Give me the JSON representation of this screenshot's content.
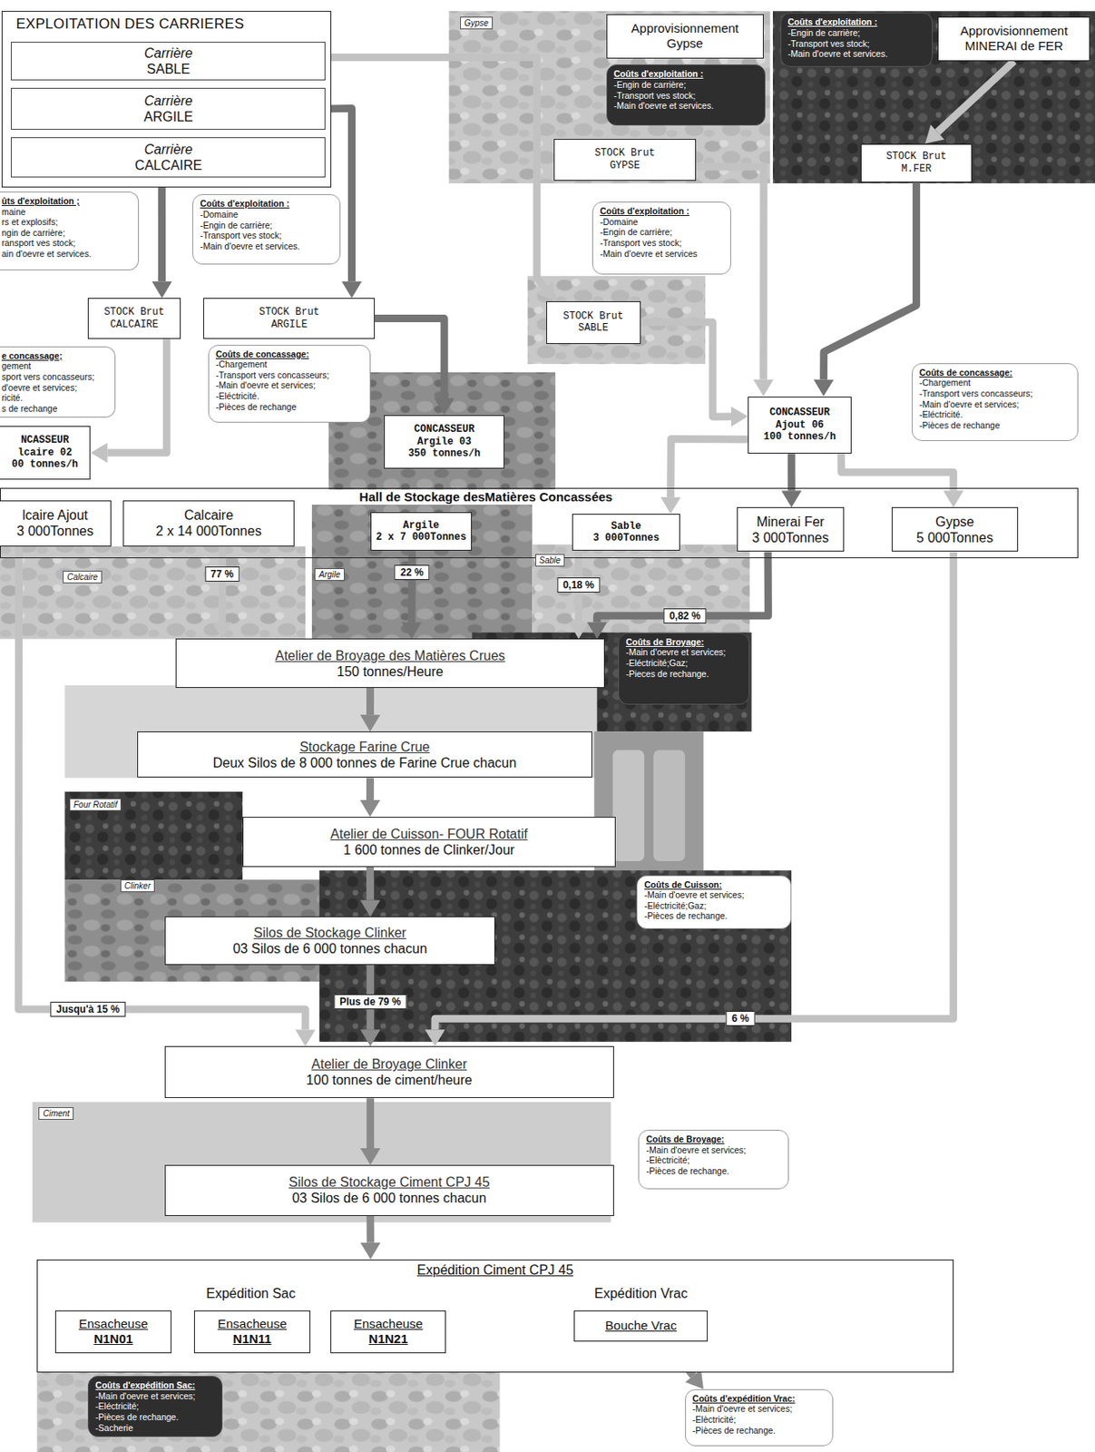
{
  "diagram": {
    "nodes": [
      {
        "text": [
          "EXPLOITATION DES CARRIERES"
        ]
      },
      {
        "text": [
          "Carrière",
          "SABLE"
        ],
        "in": 0
      },
      {
        "text": [
          "Carrière",
          "ARGILE"
        ],
        "in": 0
      },
      {
        "text": [
          "Carrière",
          "CALCAIRE"
        ],
        "in": 0
      },
      {
        "text": [
          "Approvisionnement",
          "Gypse"
        ]
      },
      {
        "text": [
          "Coûts d'exploitation :",
          "-Engin de carrière;",
          "-Transport ves stock;",
          "-Main d'oevre et services."
        ]
      },
      {
        "text": [
          "STOCK Brut",
          "GYPSE"
        ]
      },
      {
        "text": [
          "Coûts d'exploitation :",
          "-Engin de carrière;",
          "-Transport ves stock;",
          "-Main d'oevre et services."
        ]
      },
      {
        "text": [
          "Approvisionnement",
          "MINERAI de FER"
        ]
      },
      {
        "text": [
          "STOCK Brut",
          "M.FER"
        ]
      },
      {
        "text": [
          "ûts d'exploitation ;",
          "maine",
          "rs et explosifs;",
          "ngin de carrière;",
          "ransport ves stock;",
          "ain d'oevre et services."
        ]
      },
      {
        "text": [
          "Coûts d'exploitation :",
          "-Domaine",
          "-Engin de carrière;",
          "-Transport ves stock;",
          "-Main d'oevre et services."
        ]
      },
      {
        "text": [
          "Coûts d'exploitation :",
          "-Domaine",
          "-Engin de carrière;",
          "-Transport ves stock;",
          "-Main d'oevre et services"
        ]
      },
      {
        "text": [
          "STOCK Brut",
          "CALCAIRE"
        ]
      },
      {
        "text": [
          "STOCK Brut",
          "ARGILE"
        ]
      },
      {
        "text": [
          "STOCK Brut",
          "SABLE"
        ]
      },
      {
        "text": [
          "e concassage;",
          "gement",
          "sport vers concasseurs;",
          "d'oevre et services;",
          "ricité.",
          "s de rechange"
        ]
      },
      {
        "text": [
          "Coûts de concassage:",
          "-Chargement",
          "-Transport vers concasseurs;",
          "-Main d'oevre et services;",
          "-Eléctricité.",
          "-Pièces de rechange"
        ]
      },
      {
        "text": [
          "Coûts de concassage:",
          "-Chargement",
          "-Transport vers concasseurs;",
          "-Main d'oevre et services;",
          "-Eléctricité.",
          "-Pièces de rechange"
        ]
      },
      {
        "text": [
          "NCASSEUR",
          "lcaire 02",
          "00 tonnes/h"
        ]
      },
      {
        "text": [
          "CONCASSEUR",
          "Argile 03",
          "350 tonnes/h"
        ]
      },
      {
        "text": [
          "CONCASSEUR",
          "Ajout 06",
          "100 tonnes/h"
        ]
      },
      {
        "text": [
          "Hall de Stockage desMatières Concassées"
        ]
      },
      {
        "text": [
          "lcaire Ajout",
          "3 000Tonnes"
        ],
        "in": 22
      },
      {
        "text": [
          "Calcaire",
          "2 x 14 000Tonnes"
        ],
        "in": 22
      },
      {
        "text": [
          "Argile",
          "2 x 7 000Tonnes"
        ],
        "in": 22
      },
      {
        "text": [
          "Sable",
          "3 000Tonnes"
        ],
        "in": 22
      },
      {
        "text": [
          "Minerai Fer",
          "3 000Tonnes"
        ],
        "in": 22
      },
      {
        "text": [
          "Gypse",
          "5 000Tonnes"
        ],
        "in": 22
      },
      {
        "text": [
          "Atelier de Broyage des Matières Crues",
          "150 tonnes/Heure"
        ]
      },
      {
        "text": [
          "Coûts de Broyage:",
          "-Main d'oevre et services;",
          "-Eléctricité;Gaz;",
          "-Pieces de rechange."
        ]
      },
      {
        "text": [
          "Stockage Farine Crue",
          "Deux Silos de 8 000 tonnes de Farine Crue chacun"
        ]
      },
      {
        "text": [
          "Atelier de Cuisson- FOUR Rotatif",
          "1 600 tonnes de Clinker/Jour"
        ]
      },
      {
        "text": [
          "Coûts de Cuisson:",
          "-Main d'oevre et services;",
          "-Eléctricité;Gaz;",
          "-Pièces de rechange."
        ]
      },
      {
        "text": [
          "Silos de Stockage Clinker",
          "03 Silos de 6 000 tonnes chacun"
        ]
      },
      {
        "text": [
          "Atelier de Broyage Clinker",
          "100 tonnes de ciment/heure"
        ]
      },
      {
        "text": [
          "Coûts de Broyage:",
          "-Main d'oevre et services;",
          "-Elèctricité;",
          "-Pièces de rechange."
        ]
      },
      {
        "text": [
          "Silos de Stockage Ciment CPJ 45",
          "03 Silos de 6 000 tonnes chacun"
        ]
      },
      {
        "text": [
          "Expédition Ciment CPJ 45",
          "Expédition Sac",
          "Expédition Vrac"
        ]
      },
      {
        "text": [
          "Ensacheuse",
          "N1N01"
        ],
        "in": 38
      },
      {
        "text": [
          "Ensacheuse",
          "N1N11"
        ],
        "in": 38
      },
      {
        "text": [
          "Ensacheuse",
          "N1N21"
        ],
        "in": 38
      },
      {
        "text": [
          "Bouche Vrac"
        ],
        "in": 38
      },
      {
        "text": [
          "Coûts d'expédition Sac:",
          "-Main d'oevre et services;",
          "-Eléctricité;",
          "-Pièces de rechange.",
          "-Sacherie"
        ]
      },
      {
        "text": [
          "Coûts d'expédition Vrac:",
          "-Main d'oevre et services;",
          "-Elèctricité;",
          "-Pièces de rechange."
        ]
      }
    ],
    "edges": [
      {
        "from": 1,
        "to": 15,
        "arrow": "to"
      },
      {
        "from": 2,
        "to": 14,
        "arrow": "to"
      },
      {
        "from": 3,
        "to": 13,
        "arrow": "to"
      },
      {
        "from": 8,
        "to": 9,
        "arrow": "to"
      },
      {
        "from": 6,
        "to": 21,
        "arrow": "to"
      },
      {
        "from": 15,
        "to": 21,
        "arrow": "to"
      },
      {
        "from": 9,
        "to": 21,
        "arrow": "to"
      },
      {
        "from": 13,
        "to": 19,
        "arrow": "to"
      },
      {
        "from": 14,
        "to": 20,
        "arrow": "to"
      },
      {
        "from": 21,
        "to": 26,
        "arrow": "to"
      },
      {
        "from": 21,
        "to": 27,
        "arrow": "to"
      },
      {
        "from": 21,
        "to": 28,
        "arrow": "to"
      },
      {
        "from": 24,
        "to": 29,
        "label": "77 %",
        "arrow": "to"
      },
      {
        "from": 25,
        "to": 29,
        "label": "22 %",
        "arrow": "to"
      },
      {
        "from": 26,
        "to": 29,
        "label": "0,18 %",
        "arrow": "to"
      },
      {
        "from": 27,
        "to": 29,
        "label": "0,82 %",
        "arrow": "to"
      },
      {
        "from": 29,
        "to": 31,
        "arrow": "to"
      },
      {
        "from": 31,
        "to": 32,
        "arrow": "to"
      },
      {
        "from": 32,
        "to": 34,
        "arrow": "to"
      },
      {
        "from": 34,
        "to": 35,
        "label": "Plus de 79 %",
        "arrow": "to"
      },
      {
        "from": 28,
        "to": 35,
        "label": "6 %",
        "arrow": "to"
      },
      {
        "from": 23,
        "to": 35,
        "label": "Jusqu'à 15 %",
        "arrow": "to"
      },
      {
        "from": 35,
        "to": 37,
        "arrow": "to"
      },
      {
        "from": 37,
        "to": 38,
        "arrow": "to"
      },
      {
        "from": 42,
        "to": 44,
        "arrow": "to"
      }
    ],
    "labels": [
      "Gypse",
      "Calcaire",
      "Argile",
      "Sable",
      "Four Rotatif",
      "Clinker",
      "Ciment"
    ]
  }
}
